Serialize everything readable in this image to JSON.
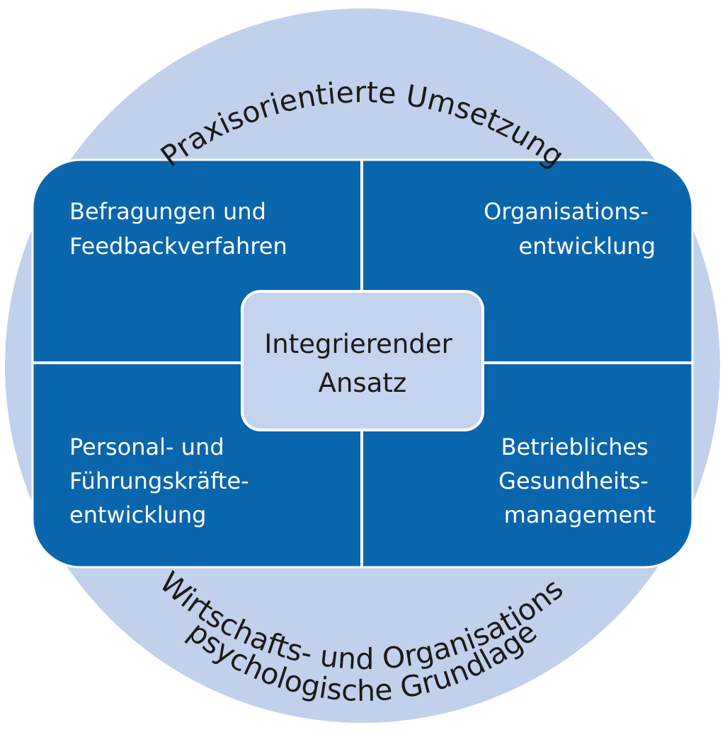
{
  "colors": {
    "ring": "#c1d1ec",
    "panel": "#0a66ac",
    "divider": "#ffffff",
    "center_fill": "#c4d3ee",
    "ring_text": "#1a1a1a",
    "panel_text": "#ffffff"
  },
  "outer_ring": {
    "top_label": "Praxisorientierte Umsetzung",
    "bottom_label_line1": "Wirtschafts- und Organisations-",
    "bottom_label_line2": "psychologische Grundlage"
  },
  "quadrants": {
    "top_left": {
      "line1": "Befragungen und",
      "line2": "Feedbackverfahren"
    },
    "top_right": {
      "line1": "Organisations-",
      "line2": "entwicklung"
    },
    "bottom_left": {
      "line1": "Personal- und",
      "line2": "Führungskräfte-",
      "line3": "entwicklung"
    },
    "bottom_right": {
      "line1": "Betriebliches",
      "line2": "Gesundheits-",
      "line3": "management"
    }
  },
  "center": {
    "line1": "Integrierender",
    "line2": "Ansatz"
  }
}
